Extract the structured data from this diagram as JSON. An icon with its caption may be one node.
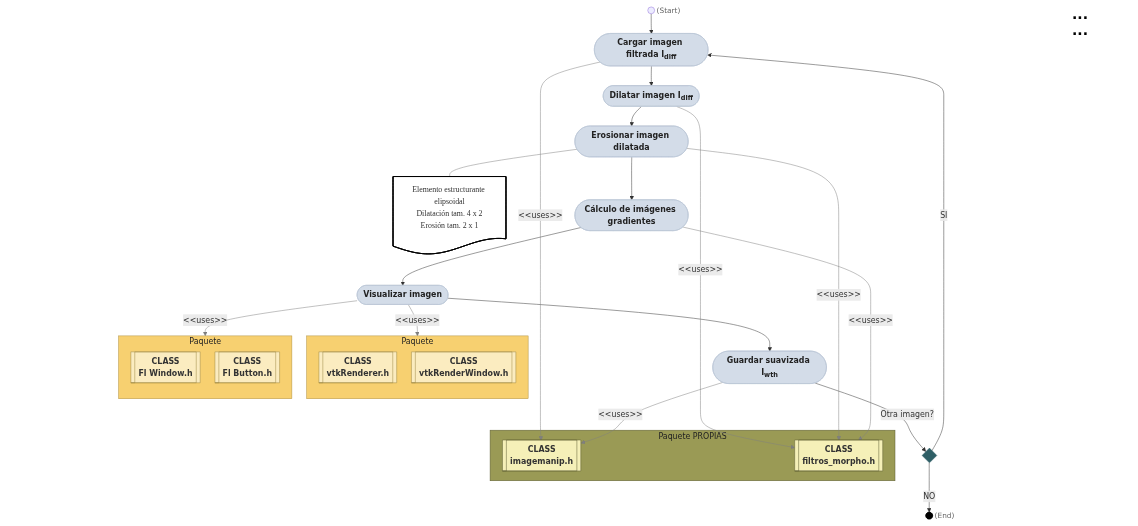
{
  "diagram": {
    "nodes": [
      {
        "text": [],
        "shape": "circle",
        "beside": [
          "(Start)"
        ]
      },
      {
        "text": [
          "Cargar imagen filtrada I$_{diff}$"
        ]
      },
      {
        "text": [
          "Dilatar imagen I$_{diff}$"
        ]
      },
      {
        "text": [
          "Erosionar imagen dilatada"
        ]
      },
      {
        "text": [
          "Elemento estructurante elipsoidal",
          "Dilatación tam. 4 x 2",
          "Erosión tam. 2 x 1"
        ]
      },
      {
        "text": [
          "Paquete PROPIAS"
        ]
      },
      {
        "text": [
          "CLASS",
          "imagemanip.h"
        ],
        "in": 5
      },
      {
        "text": [
          "CLASS",
          "filtros_morpho.h"
        ],
        "in": 5
      },
      {
        "text": [
          "Paquete"
        ]
      },
      {
        "text": [
          "CLASS",
          "vtkRenderer.h"
        ],
        "in": 8
      },
      {
        "text": [
          "CLASS",
          "vtkRenderWindow.h"
        ],
        "in": 8
      },
      {
        "text": [
          "Paquete"
        ]
      },
      {
        "text": [
          "CLASS",
          "Fl Window.h"
        ],
        "in": 11
      },
      {
        "text": [
          "CLASS",
          "Fl Button.h"
        ],
        "in": 11
      },
      {
        "text": [
          "Cálculo de imágenes gradientes"
        ]
      },
      {
        "text": [
          "Visualizar imagen"
        ]
      },
      {
        "text": [
          "Guardar suavizada I$_{wth}$"
        ]
      },
      {
        "text": [],
        "shape": "diamond"
      },
      {
        "text": [],
        "shape": "circle",
        "beside": [
          "(End)"
        ]
      }
    ],
    "edges": [
      {
        "from": 0,
        "to": 1,
        "arrow": "to"
      },
      {
        "from": 1,
        "to": 2,
        "arrow": "to"
      },
      {
        "from": 2,
        "to": 3,
        "arrow": "to"
      },
      {
        "from": 3,
        "to": 14,
        "arrow": "to"
      },
      {
        "from": 14,
        "to": 15,
        "arrow": "to"
      },
      {
        "from": 15,
        "to": 16,
        "arrow": "to"
      },
      {
        "from": 16,
        "to": 17,
        "arrow": "to",
        "label": "Otra imagen?"
      },
      {
        "from": 17,
        "to": 1,
        "arrow": "to",
        "label": "SI"
      },
      {
        "from": 17,
        "to": 18,
        "arrow": "to",
        "label": "NO"
      },
      {
        "from": 3,
        "to": 4,
        "arrow": "none",
        "color": "#808080"
      },
      {
        "from": 1,
        "to": 6,
        "arrow": "to",
        "label": "<<uses>>",
        "color": "#808080"
      },
      {
        "from": 2,
        "to": 7,
        "arrow": "to",
        "label": "<<uses>>",
        "color": "#808080"
      },
      {
        "from": 3,
        "to": 7,
        "arrow": "to",
        "label": "<<uses>>",
        "color": "#808080"
      },
      {
        "from": 14,
        "to": 7,
        "arrow": "to",
        "label": "<<uses>>",
        "color": "#808080"
      },
      {
        "from": 16,
        "to": 6,
        "arrow": "to",
        "label": "<<uses>>",
        "color": "#808080"
      },
      {
        "from": 15,
        "to": 8,
        "arrow": "to",
        "label": "<<uses>>",
        "color": "#808080"
      },
      {
        "from": 15,
        "to": 11,
        "arrow": "to",
        "label": "<<uses>>",
        "color": "#808080"
      }
    ],
    "labels": [
      "...",
      "..."
    ]
  }
}
